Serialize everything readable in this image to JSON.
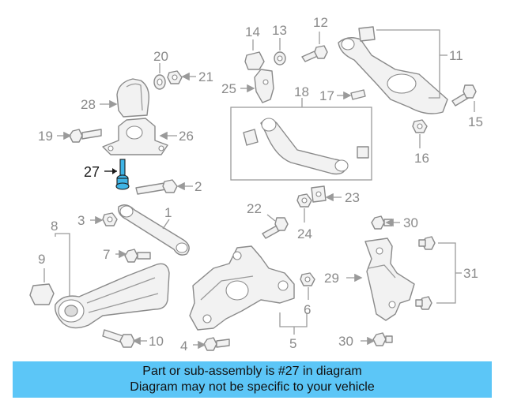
{
  "diagram": {
    "callouts": [
      "1",
      "2",
      "3",
      "4",
      "5",
      "6",
      "7",
      "8",
      "9",
      "10",
      "11",
      "12",
      "13",
      "14",
      "15",
      "16",
      "17",
      "18",
      "19",
      "20",
      "21",
      "22",
      "23",
      "24",
      "25",
      "26",
      "27",
      "28",
      "29",
      "30",
      "30",
      "31"
    ],
    "highlighted_part": "27",
    "accent_color": "#5cc6f7",
    "highlight_color": "#3fb4e6"
  },
  "banner": {
    "line1": "Part or sub-assembly is #27 in diagram",
    "line2": "Diagram may not be specific to your vehicle"
  }
}
